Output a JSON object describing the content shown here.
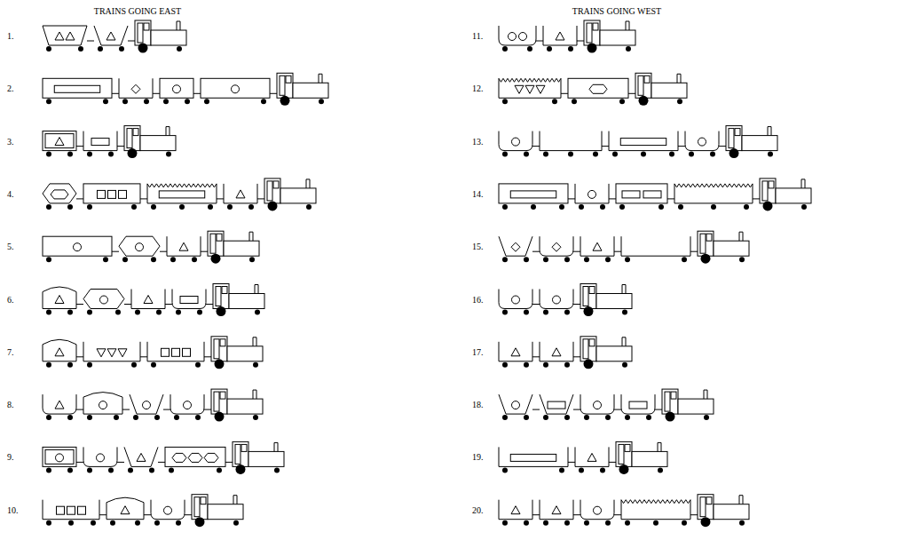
{
  "diagram": {
    "labels": [
      "TRAINS GOING EAST",
      "TRAINS GOING WEST",
      "1.",
      "2.",
      "3.",
      "4.",
      "5.",
      "6.",
      "7.",
      "8.",
      "9.",
      "10.",
      "11.",
      "12.",
      "13.",
      "14.",
      "15.",
      "16.",
      "17.",
      "18.",
      "19.",
      "20."
    ]
  }
}
